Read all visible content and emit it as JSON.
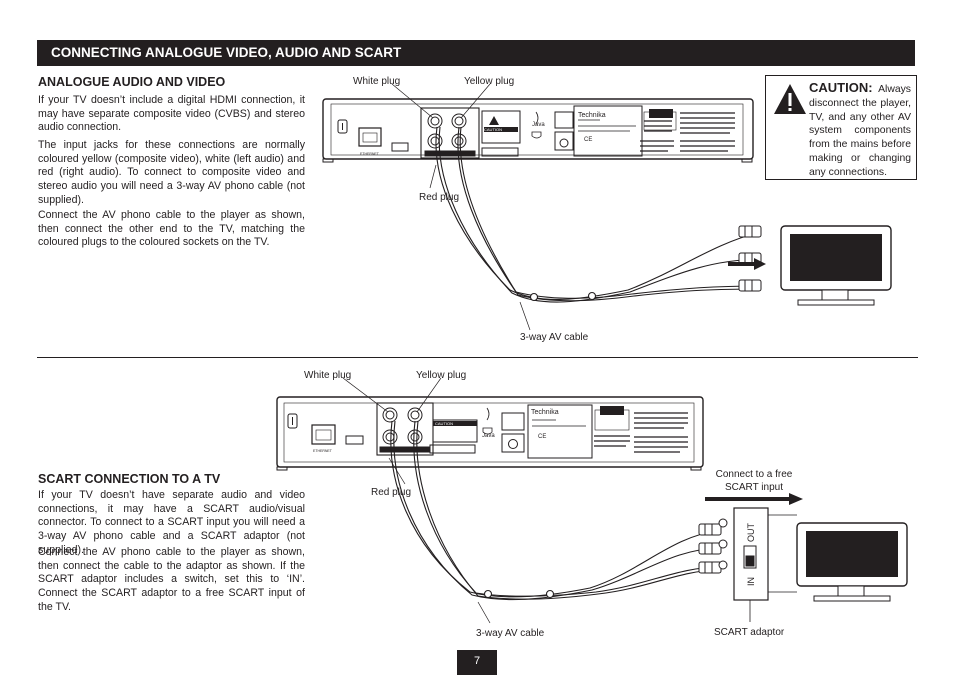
{
  "header": {
    "title": "CONNECTING ANALOGUE VIDEO, AUDIO AND SCART"
  },
  "analogue": {
    "heading": "ANALOGUE AUDIO AND VIDEO",
    "paragraphs": [
      "If your TV doesn’t include a digital HDMI connection, it may have separate composite video (CVBS) and stereo audio connection.",
      "The input jacks for these connections are normally coloured yellow (composite video), white (left audio) and red (right audio). To connect to composite video and stereo audio you will need a 3-way AV phono cable (not supplied).",
      "Connect the AV phono cable to the player as shown, then connect the other end to the TV, matching the coloured plugs to the coloured sockets on the TV."
    ],
    "labels": {
      "white_plug": "White plug",
      "yellow_plug": "Yellow plug",
      "red_plug": "Red plug",
      "cable": "3-way AV cable"
    }
  },
  "caution": {
    "title": "CAUTION:",
    "text": "Always disconnect the player, TV, and any other AV system components from the mains before making or changing any connections."
  },
  "scart": {
    "heading": "SCART CONNECTION TO A TV",
    "paragraphs": [
      "If your TV doesn’t have separate audio and video connections, it may have a SCART audio/visual connector. To connect to a SCART input you will need a 3-way AV phono cable and a SCART adaptor (not supplied).",
      "Connect the AV phono cable to the player as shown, then connect the cable to the adaptor as shown. If the SCART adaptor includes a switch, set this to ‘IN’. Connect the SCART adaptor to a free SCART input of the TV."
    ],
    "labels": {
      "white_plug": "White plug",
      "yellow_plug": "Yellow plug",
      "red_plug": "Red plug",
      "cable": "3-way AV cable",
      "connect_line1": "Connect to a free",
      "connect_line2": "SCART input",
      "adaptor": "SCART adaptor",
      "switch_in": "IN",
      "switch_out": "OUT"
    }
  },
  "player": {
    "brand": "Technika",
    "java": "Java",
    "caution_label": "CAUTION",
    "ethernet": "ETHERNET"
  },
  "page": {
    "number": "7"
  }
}
